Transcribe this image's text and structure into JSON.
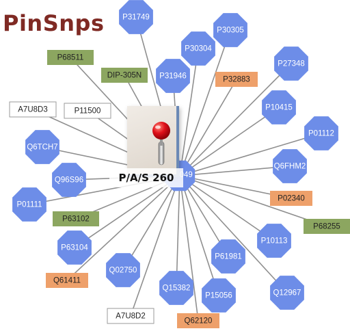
{
  "title": "PinSnps",
  "hub": {
    "label": "4049",
    "pin_label": "P/A/S  260"
  },
  "colors": {
    "octagon": "#6d8de8",
    "green": "#8ca660",
    "orange": "#eea06a",
    "white": "#ffffff",
    "edge": "#8f8f8f",
    "title": "#7f2a24"
  },
  "nodes": [
    {
      "label": "P31749",
      "shape": "octagon"
    },
    {
      "label": "P30305",
      "shape": "octagon"
    },
    {
      "label": "P30304",
      "shape": "octagon"
    },
    {
      "label": "P27348",
      "shape": "octagon"
    },
    {
      "label": "P68511",
      "shape": "green"
    },
    {
      "label": "DIP-305N",
      "shape": "green"
    },
    {
      "label": "P31946",
      "shape": "octagon"
    },
    {
      "label": "P32883",
      "shape": "orange"
    },
    {
      "label": "A7U8D3",
      "shape": "white"
    },
    {
      "label": "P11500",
      "shape": "white"
    },
    {
      "label": "P10415",
      "shape": "octagon"
    },
    {
      "label": "P01112",
      "shape": "octagon"
    },
    {
      "label": "Q6TCH7",
      "shape": "octagon"
    },
    {
      "label": "Q6FHM2",
      "shape": "octagon"
    },
    {
      "label": "Q96S96",
      "shape": "octagon"
    },
    {
      "label": "P02340",
      "shape": "orange"
    },
    {
      "label": "P01111",
      "shape": "octagon"
    },
    {
      "label": "P63102",
      "shape": "green"
    },
    {
      "label": "P68255",
      "shape": "green"
    },
    {
      "label": "P10113",
      "shape": "octagon"
    },
    {
      "label": "P63104",
      "shape": "octagon"
    },
    {
      "label": "P61981",
      "shape": "octagon"
    },
    {
      "label": "Q02750",
      "shape": "octagon"
    },
    {
      "label": "Q61411",
      "shape": "orange"
    },
    {
      "label": "Q15382",
      "shape": "octagon"
    },
    {
      "label": "P15056",
      "shape": "octagon"
    },
    {
      "label": "Q12967",
      "shape": "octagon"
    },
    {
      "label": "A7U8D2",
      "shape": "white"
    },
    {
      "label": "Q62120",
      "shape": "orange"
    }
  ]
}
